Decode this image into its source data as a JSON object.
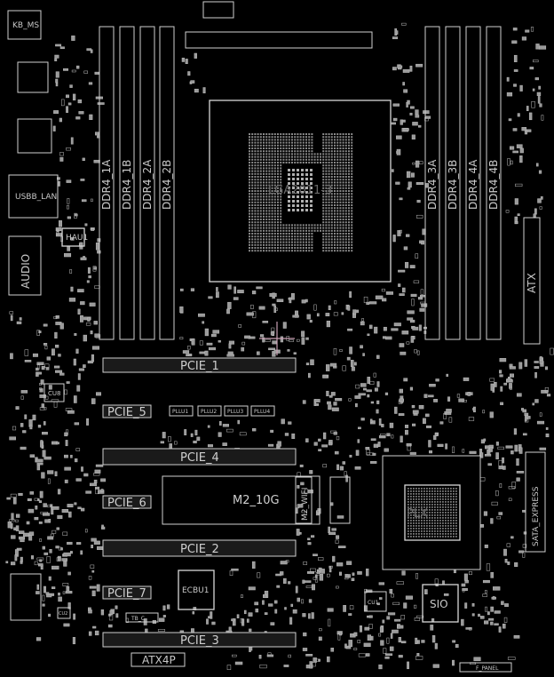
{
  "colors": {
    "background": "#000000",
    "outline": "#cfcfcf",
    "pads": "#bdbdbd",
    "crosshair": "#c9a0b4"
  },
  "labels": {
    "kb_ms": "KB_MS",
    "usbb_lan": "USBB_LAN",
    "audio": "AUDIO",
    "hau1": "HAU1",
    "cu8": "CU8",
    "socket": "LGA2011-3",
    "atx": "ATX",
    "sata_express": "SATA_EXPRESS",
    "m2_10g": "M2_10G",
    "m2_wifi": "M2_WIFI",
    "ecbu1": "ECBU1",
    "sio": "SIO",
    "atx4p": "ATX4P",
    "f_panel": "F_PANEL",
    "tb_c": "TB_C",
    "cu2": "CU2",
    "cu1": "CU1",
    "plx": "PLX",
    "dimm_left": [
      "DDR4_1A",
      "DDR4_1B",
      "DDR4_2A",
      "DDR4_2B"
    ],
    "dimm_right": [
      "DDR4_3A",
      "DDR4_3B",
      "DDR4_4A",
      "DDR4_4B"
    ],
    "pcie": [
      "PCIE_1",
      "PCIE_5",
      "PCIE_4",
      "PCIE_6",
      "PCIE_2",
      "PCIE_7",
      "PCIE_3"
    ],
    "pllu": [
      "PLLU1",
      "PLLU2",
      "PLLU3",
      "PLLU4"
    ]
  }
}
